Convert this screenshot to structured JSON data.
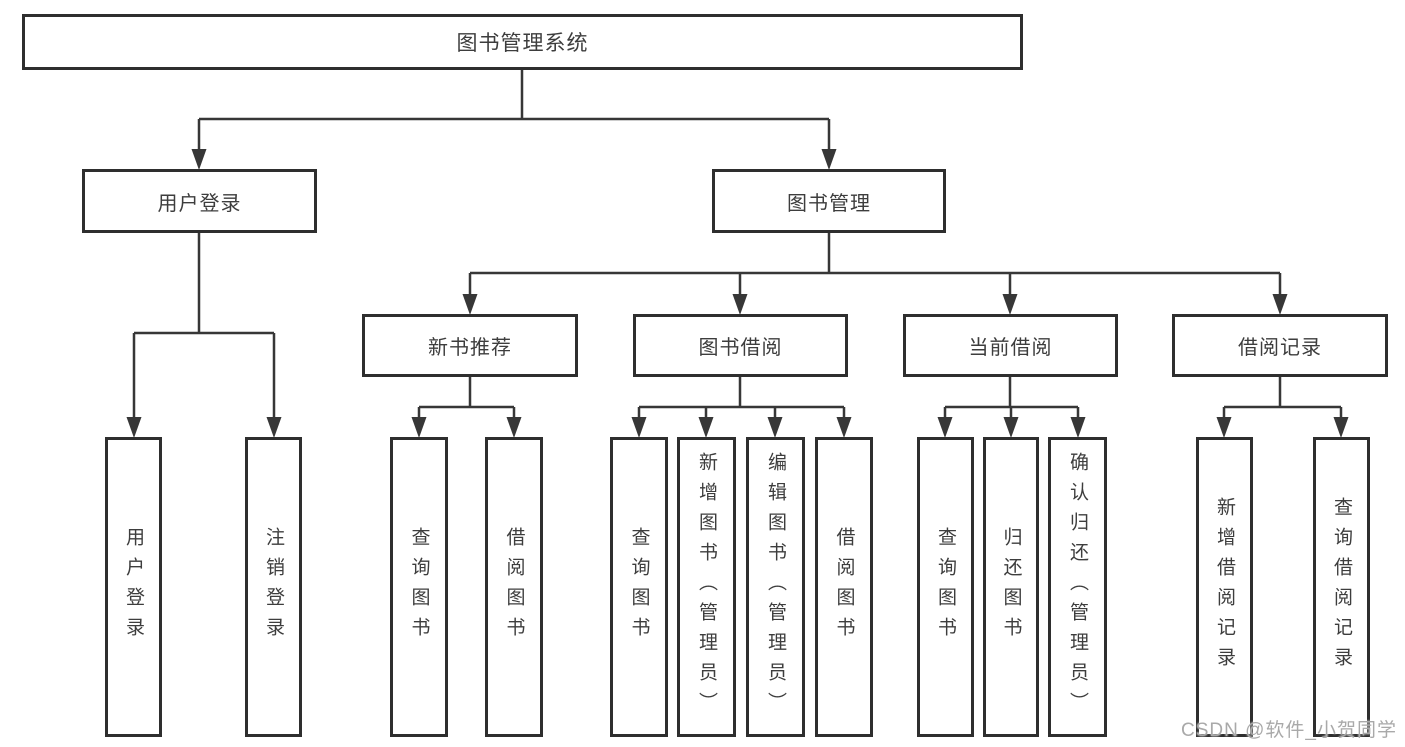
{
  "tree": {
    "root": "图书管理系统",
    "branches": [
      {
        "label": "用户登录",
        "leaves": [
          "用户登录",
          "注销登录"
        ]
      },
      {
        "label": "图书管理",
        "sections": [
          {
            "label": "新书推荐",
            "leaves": [
              "查询图书",
              "借阅图书"
            ]
          },
          {
            "label": "图书借阅",
            "leaves": [
              "查询图书",
              "新增图书（管理员）",
              "编辑图书（管理员）",
              "借阅图书"
            ]
          },
          {
            "label": "当前借阅",
            "leaves": [
              "查询图书",
              "归还图书",
              "确认归还（管理员）"
            ]
          },
          {
            "label": "借阅记录",
            "leaves": [
              "新增借阅记录",
              "查询借阅记录"
            ]
          }
        ]
      }
    ]
  },
  "watermark": "CSDN @软件_小贺同学",
  "colors": {
    "line": "#373737",
    "box_border": "#2e2e2e",
    "text": "#3d3d3d",
    "watermark_text": "#a9a9a9",
    "background": "#ffffff"
  }
}
